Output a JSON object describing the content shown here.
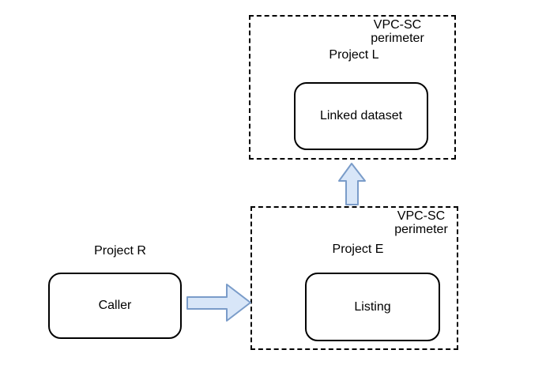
{
  "colors": {
    "background": "#ffffff",
    "line": "#000000",
    "text": "#000000",
    "node_fill": "#ffffff",
    "arrow_fill": "#d8e6f8",
    "arrow_stroke": "#7a9cc9"
  },
  "diagram": {
    "perimeter_top": {
      "label_line1": "VPC-SC",
      "label_line2": "perimeter",
      "project": "Project L",
      "node": "Linked dataset"
    },
    "perimeter_bottom": {
      "label_line1": "VPC-SC",
      "label_line2": "perimeter",
      "project": "Project E",
      "node": "Listing"
    },
    "external": {
      "project": "Project R",
      "node": "Caller"
    },
    "arrows": [
      {
        "name": "caller-to-listing",
        "direction": "right"
      },
      {
        "name": "listing-to-linked-dataset",
        "direction": "up"
      }
    ]
  }
}
